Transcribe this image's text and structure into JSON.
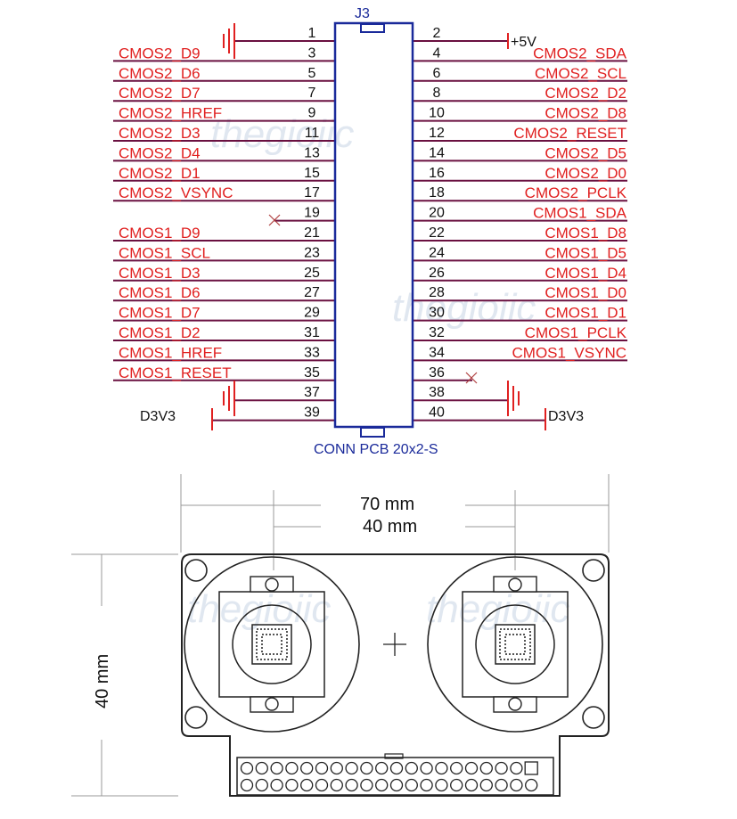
{
  "schematic": {
    "connector_ref": "J3",
    "connector_part": "CONN PCB 20x2-S",
    "left_pins": [
      {
        "num": "1",
        "label": ""
      },
      {
        "num": "3",
        "label": "CMOS2_D9"
      },
      {
        "num": "5",
        "label": "CMOS2_D6"
      },
      {
        "num": "7",
        "label": "CMOS2_D7"
      },
      {
        "num": "9",
        "label": "CMOS2_HREF"
      },
      {
        "num": "11",
        "label": "CMOS2_D3"
      },
      {
        "num": "13",
        "label": "CMOS2_D4"
      },
      {
        "num": "15",
        "label": "CMOS2_D1"
      },
      {
        "num": "17",
        "label": "CMOS2_VSYNC"
      },
      {
        "num": "19",
        "label": ""
      },
      {
        "num": "21",
        "label": "CMOS1_D9"
      },
      {
        "num": "23",
        "label": "CMOS1_SCL"
      },
      {
        "num": "25",
        "label": "CMOS1_D3"
      },
      {
        "num": "27",
        "label": "CMOS1_D6"
      },
      {
        "num": "29",
        "label": "CMOS1_D7"
      },
      {
        "num": "31",
        "label": "CMOS1_D2"
      },
      {
        "num": "33",
        "label": "CMOS1_HREF"
      },
      {
        "num": "35",
        "label": "CMOS1_RESET"
      },
      {
        "num": "37",
        "label": ""
      },
      {
        "num": "39",
        "label": ""
      }
    ],
    "right_pins": [
      {
        "num": "2",
        "label": ""
      },
      {
        "num": "4",
        "label": "CMOS2_SDA"
      },
      {
        "num": "6",
        "label": "CMOS2_SCL"
      },
      {
        "num": "8",
        "label": "CMOS2_D2"
      },
      {
        "num": "10",
        "label": "CMOS2_D8"
      },
      {
        "num": "12",
        "label": "CMOS2_RESET"
      },
      {
        "num": "14",
        "label": "CMOS2_D5"
      },
      {
        "num": "16",
        "label": "CMOS2_D0"
      },
      {
        "num": "18",
        "label": "CMOS2_PCLK"
      },
      {
        "num": "20",
        "label": "CMOS1_SDA"
      },
      {
        "num": "22",
        "label": "CMOS1_D8"
      },
      {
        "num": "24",
        "label": "CMOS1_D5"
      },
      {
        "num": "26",
        "label": "CMOS1_D4"
      },
      {
        "num": "28",
        "label": "CMOS1_D0"
      },
      {
        "num": "30",
        "label": "CMOS1_D1"
      },
      {
        "num": "32",
        "label": "CMOS1_PCLK"
      },
      {
        "num": "34",
        "label": "CMOS1_VSYNC"
      },
      {
        "num": "36",
        "label": ""
      },
      {
        "num": "38",
        "label": ""
      },
      {
        "num": "40",
        "label": ""
      }
    ],
    "power_plus5v": "+5V",
    "power_d3v3_left": "D3V3",
    "power_d3v3_right": "D3V3"
  },
  "mechanical": {
    "dim_70": "70 mm",
    "dim_40_horizontal": "40 mm",
    "dim_40_vertical": "40 mm"
  },
  "watermark": "thegioiic",
  "colors": {
    "signal": "#e02020",
    "connector": "#1a2a9a",
    "wire": "#6a1040",
    "outline": "#222222"
  }
}
